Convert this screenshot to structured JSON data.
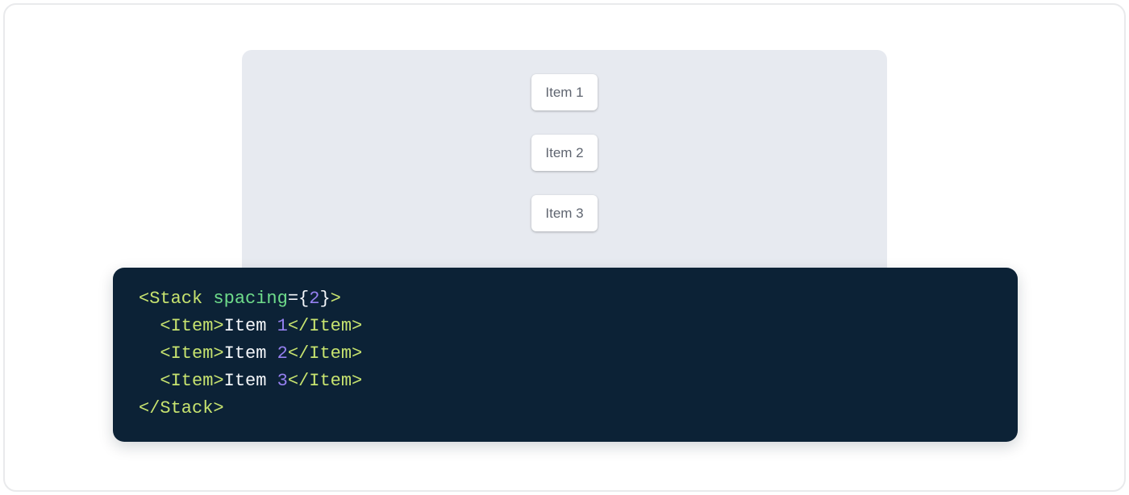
{
  "page": {
    "background": "#ffffff",
    "border_color": "#e9eaec"
  },
  "demo": {
    "background": "#e7eaf0",
    "item_text_color": "#5f6570",
    "items": [
      "Item 1",
      "Item 2",
      "Item 3"
    ]
  },
  "code": {
    "background": "#0c2236",
    "colors": {
      "tag": "#c7e36f",
      "attr": "#6fdd8b",
      "number": "#9580f0",
      "plain": "#f3f6f9"
    },
    "lines": [
      [
        {
          "text": "<Stack",
          "color": "tag"
        },
        {
          "text": " ",
          "color": "plain"
        },
        {
          "text": "spacing",
          "color": "attr"
        },
        {
          "text": "=",
          "color": "plain"
        },
        {
          "text": "{",
          "color": "plain"
        },
        {
          "text": "2",
          "color": "number"
        },
        {
          "text": "}",
          "color": "plain"
        },
        {
          "text": ">",
          "color": "tag"
        }
      ],
      [
        {
          "text": "  ",
          "color": "plain"
        },
        {
          "text": "<Item>",
          "color": "tag"
        },
        {
          "text": "Item ",
          "color": "plain"
        },
        {
          "text": "1",
          "color": "number"
        },
        {
          "text": "</Item>",
          "color": "tag"
        }
      ],
      [
        {
          "text": "  ",
          "color": "plain"
        },
        {
          "text": "<Item>",
          "color": "tag"
        },
        {
          "text": "Item ",
          "color": "plain"
        },
        {
          "text": "2",
          "color": "number"
        },
        {
          "text": "</Item>",
          "color": "tag"
        }
      ],
      [
        {
          "text": "  ",
          "color": "plain"
        },
        {
          "text": "<Item>",
          "color": "tag"
        },
        {
          "text": "Item ",
          "color": "plain"
        },
        {
          "text": "3",
          "color": "number"
        },
        {
          "text": "</Item>",
          "color": "tag"
        }
      ],
      [
        {
          "text": "</Stack>",
          "color": "tag"
        }
      ]
    ]
  }
}
